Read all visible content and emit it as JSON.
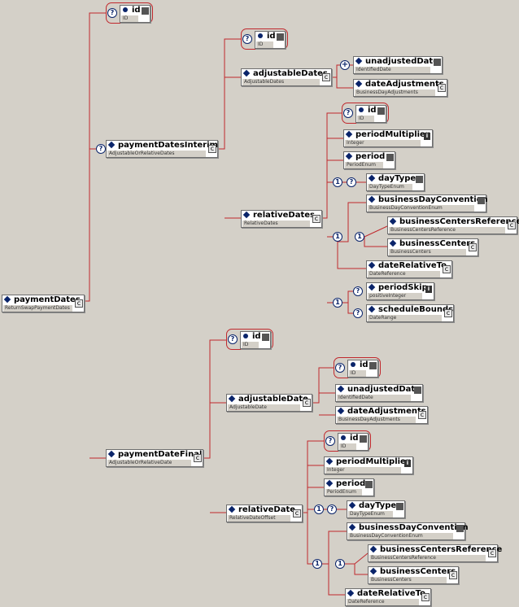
{
  "root": {
    "name": "paymentDates",
    "type": "ReturnSwapPaymentDates"
  },
  "root_id": {
    "name": "id",
    "type": "ID"
  },
  "interim": {
    "name": "paymentDatesInterim",
    "type": "AdjustableOrRelativeDates"
  },
  "interim_id": {
    "name": "id",
    "type": "ID"
  },
  "interim_adj": {
    "name": "adjustableDates",
    "type": "AdjustableDates"
  },
  "interim_adj_unadj": {
    "name": "unadjustedDate",
    "type": "IdentifiedDate"
  },
  "interim_adj_bda": {
    "name": "dateAdjustments",
    "type": "BusinessDayAdjustments"
  },
  "interim_rel": {
    "name": "relativeDates",
    "type": "RelativeDates"
  },
  "interim_rel_id": {
    "name": "id",
    "type": "ID"
  },
  "interim_rel_pm": {
    "name": "periodMultiplier",
    "type": "Integer"
  },
  "interim_rel_period": {
    "name": "period",
    "type": "PeriodEnum"
  },
  "interim_rel_daytype": {
    "name": "dayType",
    "type": "DayTypeEnum"
  },
  "interim_rel_bdc": {
    "name": "businessDayConvention",
    "type": "BusinessDayConventionEnum"
  },
  "interim_rel_bcr": {
    "name": "businessCentersReference",
    "type": "BusinessCentersReference"
  },
  "interim_rel_bc": {
    "name": "businessCenters",
    "type": "BusinessCenters"
  },
  "interim_rel_drt": {
    "name": "dateRelativeTo",
    "type": "DateReference"
  },
  "interim_rel_skip": {
    "name": "periodSkip",
    "type": "positiveInteger"
  },
  "interim_rel_bounds": {
    "name": "scheduleBounds",
    "type": "DateRange"
  },
  "final": {
    "name": "paymentDateFinal",
    "type": "AdjustableOrRelativeDate"
  },
  "final_id": {
    "name": "id",
    "type": "ID"
  },
  "final_adj": {
    "name": "adjustableDate",
    "type": "AdjustableDate"
  },
  "final_adj_id": {
    "name": "id",
    "type": "ID"
  },
  "final_adj_unadj": {
    "name": "unadjustedDate",
    "type": "IdentifiedDate"
  },
  "final_adj_bda": {
    "name": "dateAdjustments",
    "type": "BusinessDayAdjustments"
  },
  "final_rel": {
    "name": "relativeDate",
    "type": "RelativeDateOffset"
  },
  "final_rel_id": {
    "name": "id",
    "type": "ID"
  },
  "final_rel_pm": {
    "name": "periodMultiplier",
    "type": "Integer"
  },
  "final_rel_period": {
    "name": "period",
    "type": "PeriodEnum"
  },
  "final_rel_daytype": {
    "name": "dayType",
    "type": "DayTypeEnum"
  },
  "final_rel_bdc": {
    "name": "businessDayConvention",
    "type": "BusinessDayConventionEnum"
  },
  "final_rel_bcr": {
    "name": "businessCentersReference",
    "type": "BusinessCentersReference"
  },
  "final_rel_bc": {
    "name": "businessCenters",
    "type": "BusinessCenters"
  },
  "final_rel_drt": {
    "name": "dateRelativeTo",
    "type": "DateReference"
  },
  "symbols": {
    "optional": "?",
    "choice": "1",
    "sequence": "+",
    "expand": "c",
    "info": "i"
  },
  "colors": {
    "wire": "#c0282d",
    "background": "#d4d0c8",
    "diamond": "#0a246a"
  }
}
